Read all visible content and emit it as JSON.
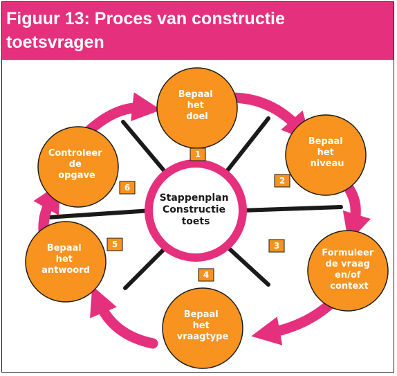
{
  "header": {
    "title_line1": "Figuur 13: Proces van constructie",
    "title_line2": "toetsvragen"
  },
  "center": {
    "lines": [
      "Stappenplan",
      "Constructie",
      "toets"
    ]
  },
  "steps": [
    {
      "number": "1",
      "lines": [
        "Bepaal",
        "het",
        "doel"
      ]
    },
    {
      "number": "2",
      "lines": [
        "Bepaal",
        "het",
        "niveau"
      ]
    },
    {
      "number": "3",
      "lines": [
        "Formuleer",
        "de vraag",
        "en/of",
        "context"
      ]
    },
    {
      "number": "4",
      "lines": [
        "Bepaal",
        "het",
        "vraagtype"
      ]
    },
    {
      "number": "5",
      "lines": [
        "Bepaal",
        "het",
        "antwoord"
      ]
    },
    {
      "number": "6",
      "lines": [
        "Controleer",
        "de",
        "opgave"
      ]
    }
  ],
  "colors": {
    "header": "#e5307d",
    "node": "#f7931e",
    "arrow": "#e5307d",
    "ring": "#e5307d",
    "spoke": "#1a1a1a"
  }
}
